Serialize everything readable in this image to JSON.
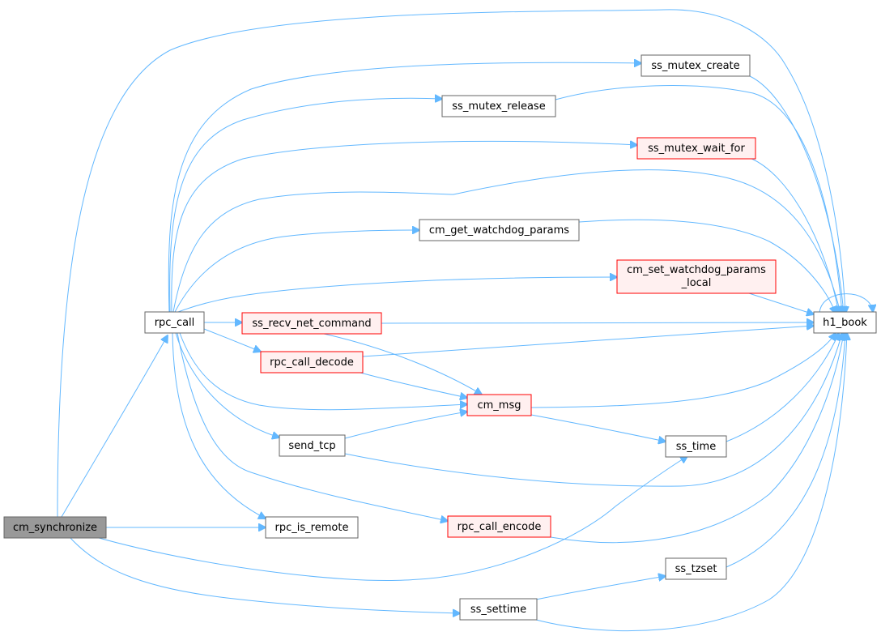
{
  "colors": {
    "edge": "#63b8ff",
    "focus_fill": "#999999",
    "focus_border": "#666666",
    "normal_fill": "#ffffff",
    "normal_border": "#666666",
    "truncated_fill": "#fff0f0",
    "truncated_border": "#ff0000"
  },
  "nodes": {
    "cm_synchronize": {
      "label": "cm_synchronize",
      "style": "focus"
    },
    "rpc_call": {
      "label": "rpc_call",
      "style": "normal"
    },
    "rpc_is_remote": {
      "label": "rpc_is_remote",
      "style": "normal"
    },
    "ss_settime": {
      "label": "ss_settime",
      "style": "normal"
    },
    "ss_time": {
      "label": "ss_time",
      "style": "normal"
    },
    "h1_book": {
      "label": "h1_book",
      "style": "normal"
    },
    "ss_mutex_create": {
      "label": "ss_mutex_create",
      "style": "normal"
    },
    "ss_mutex_release": {
      "label": "ss_mutex_release",
      "style": "normal"
    },
    "ss_mutex_wait_for": {
      "label": "ss_mutex_wait_for",
      "style": "truncated"
    },
    "cm_get_watchdog_params": {
      "label": "cm_get_watchdog_params",
      "style": "normal"
    },
    "cm_set_watchdog_params_local": {
      "label_line1": "cm_set_watchdog_params",
      "label_line2": "_local",
      "style": "truncated"
    },
    "ss_recv_net_command": {
      "label": "ss_recv_net_command",
      "style": "truncated"
    },
    "rpc_call_decode": {
      "label": "rpc_call_decode",
      "style": "truncated"
    },
    "cm_msg": {
      "label": "cm_msg",
      "style": "truncated"
    },
    "send_tcp": {
      "label": "send_tcp",
      "style": "normal"
    },
    "rpc_call_encode": {
      "label": "rpc_call_encode",
      "style": "truncated"
    },
    "ss_tzset": {
      "label": "ss_tzset",
      "style": "normal"
    }
  },
  "edges": [
    [
      "cm_synchronize",
      "rpc_call"
    ],
    [
      "cm_synchronize",
      "rpc_is_remote"
    ],
    [
      "cm_synchronize",
      "h1_book"
    ],
    [
      "cm_synchronize",
      "ss_time"
    ],
    [
      "cm_synchronize",
      "ss_settime"
    ],
    [
      "rpc_call",
      "ss_mutex_create"
    ],
    [
      "rpc_call",
      "ss_mutex_release"
    ],
    [
      "rpc_call",
      "ss_mutex_wait_for"
    ],
    [
      "rpc_call",
      "h1_book"
    ],
    [
      "rpc_call",
      "cm_get_watchdog_params"
    ],
    [
      "rpc_call",
      "cm_set_watchdog_params_local"
    ],
    [
      "rpc_call",
      "ss_recv_net_command"
    ],
    [
      "rpc_call",
      "rpc_call_decode"
    ],
    [
      "rpc_call",
      "cm_msg"
    ],
    [
      "rpc_call",
      "send_tcp"
    ],
    [
      "rpc_call",
      "rpc_is_remote"
    ],
    [
      "rpc_call",
      "rpc_call_encode"
    ],
    [
      "ss_mutex_create",
      "h1_book"
    ],
    [
      "ss_mutex_release",
      "h1_book"
    ],
    [
      "ss_mutex_wait_for",
      "h1_book"
    ],
    [
      "cm_get_watchdog_params",
      "h1_book"
    ],
    [
      "cm_set_watchdog_params_local",
      "h1_book"
    ],
    [
      "ss_recv_net_command",
      "h1_book"
    ],
    [
      "ss_recv_net_command",
      "cm_msg"
    ],
    [
      "rpc_call_decode",
      "h1_book"
    ],
    [
      "rpc_call_decode",
      "cm_msg"
    ],
    [
      "cm_msg",
      "h1_book"
    ],
    [
      "cm_msg",
      "ss_time"
    ],
    [
      "send_tcp",
      "cm_msg"
    ],
    [
      "send_tcp",
      "h1_book"
    ],
    [
      "ss_time",
      "h1_book"
    ],
    [
      "rpc_call_encode",
      "h1_book"
    ],
    [
      "ss_settime",
      "ss_tzset"
    ],
    [
      "ss_settime",
      "h1_book"
    ],
    [
      "ss_tzset",
      "h1_book"
    ],
    [
      "h1_book",
      "h1_book"
    ]
  ]
}
